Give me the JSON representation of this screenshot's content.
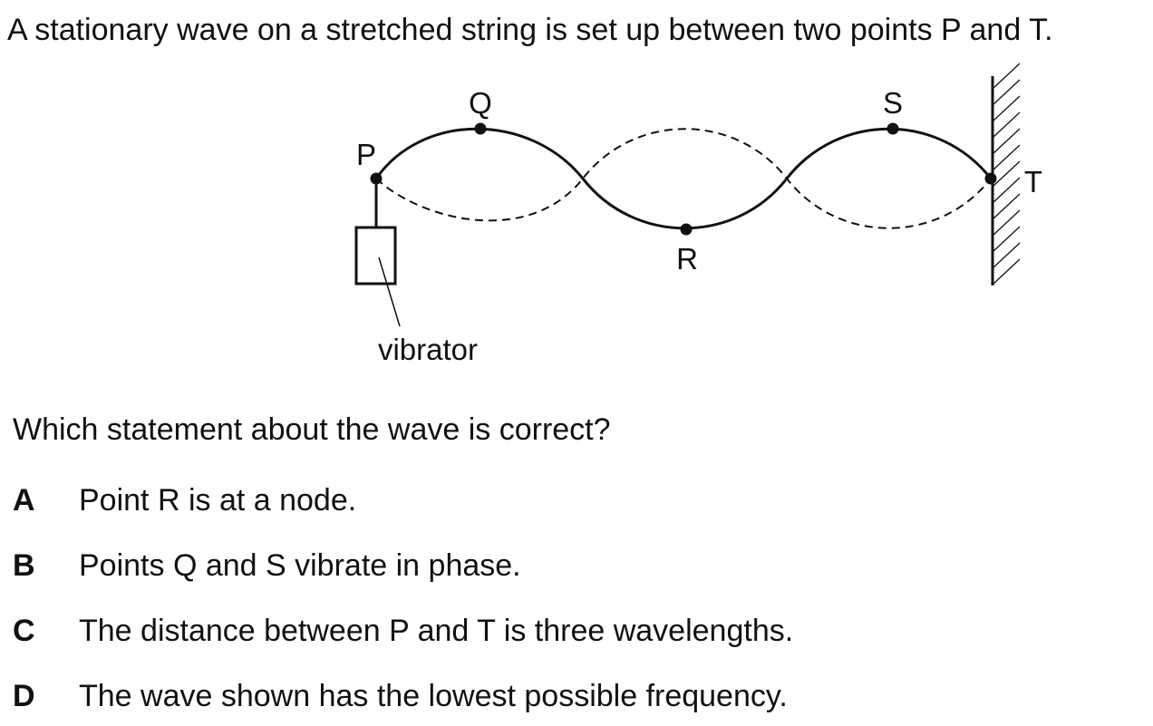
{
  "stem": "A stationary wave on a stretched string is set up between two points P and T.",
  "diagram": {
    "labels": {
      "P": "P",
      "Q": "Q",
      "R": "R",
      "S": "S",
      "T": "T",
      "vibrator": "vibrator"
    },
    "line_color": "#111111"
  },
  "question": "Which statement about the wave is correct?",
  "options": [
    {
      "letter": "A",
      "text": "Point R is at a node."
    },
    {
      "letter": "B",
      "text": "Points Q and S vibrate in phase."
    },
    {
      "letter": "C",
      "text": "The distance between P and T is three wavelengths."
    },
    {
      "letter": "D",
      "text": "The wave shown has the lowest possible frequency."
    }
  ]
}
